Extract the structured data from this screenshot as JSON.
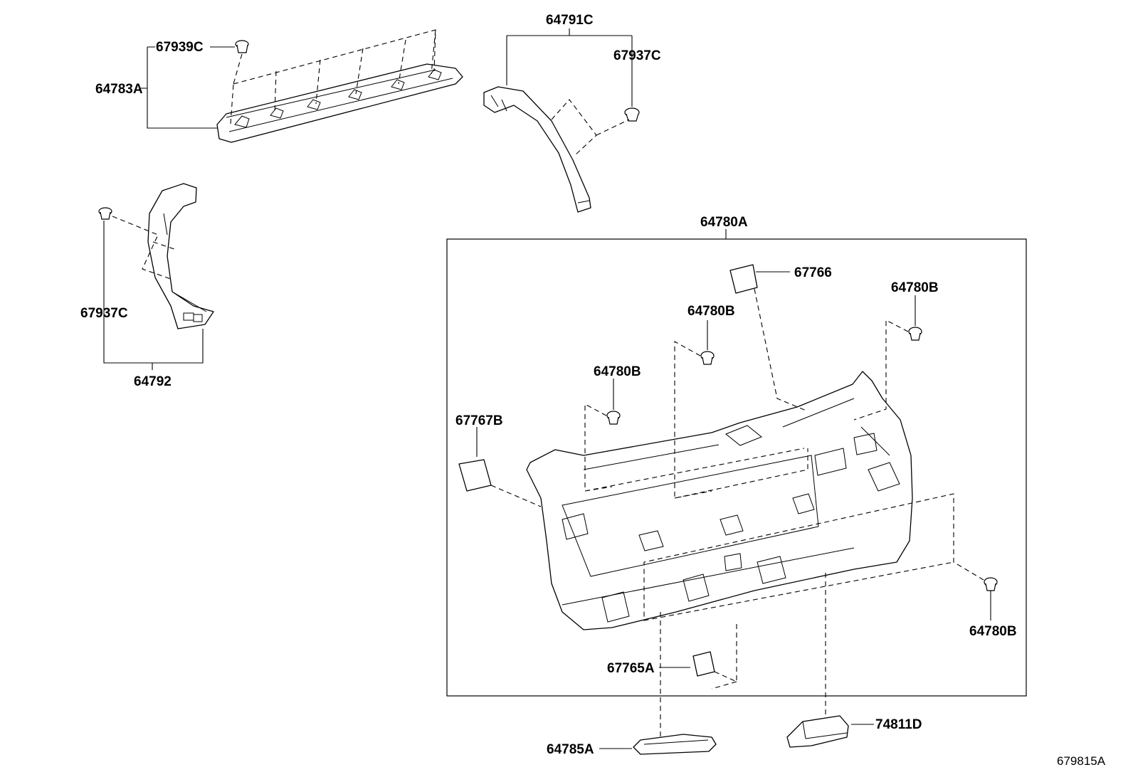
{
  "labels": {
    "p64783A": "64783A",
    "p67939C": "67939C",
    "p64791C": "64791C",
    "p67937C_top": "67937C",
    "p67937C_left": "67937C",
    "p64792": "64792",
    "p64780A": "64780A",
    "p67766": "67766",
    "p64780B_a": "64780B",
    "p64780B_b": "64780B",
    "p64780B_c": "64780B",
    "p64780B_d": "64780B",
    "p67767B": "67767B",
    "p67765A": "67765A",
    "p64785A": "64785A",
    "p74811D": "74811D"
  },
  "footer": {
    "drawing_id": "679815A"
  }
}
